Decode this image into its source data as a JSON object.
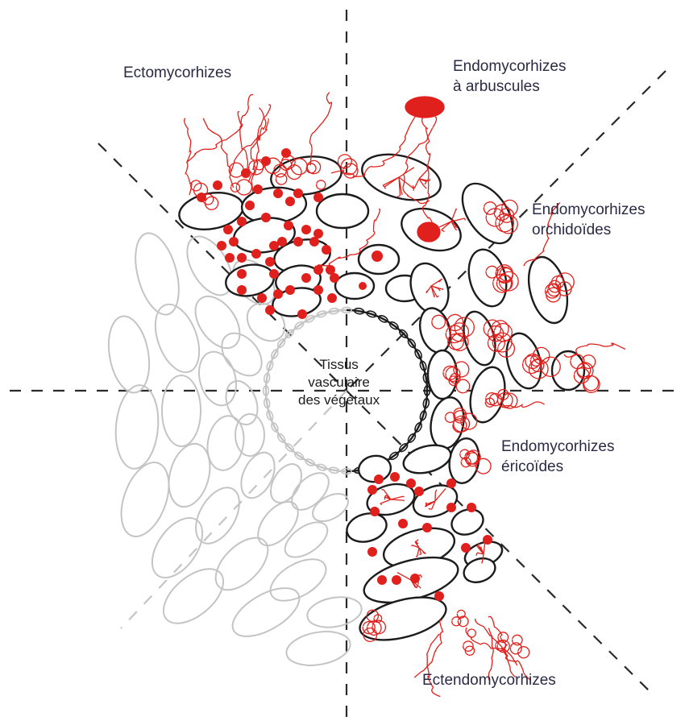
{
  "colors": {
    "fungus": "#e0201c",
    "cell_outline": "#1c1c1c",
    "faded_outline": "#c4c4c4",
    "axis": "#2a2a2a",
    "label_text": "#2a2a44"
  },
  "labels": {
    "ectomycorhizes": "Ectomycorhizes",
    "arbuscules": {
      "line1": "Endomycorhizes",
      "line2": "à arbuscules"
    },
    "orchidoides": {
      "line1": "Endomycorhizes",
      "line2": "orchidoïdes"
    },
    "ericoides": {
      "line1": "Endomycorhizes",
      "line2": "éricoïdes"
    },
    "ectendomycorhizes": "Ectendomycorhizes",
    "center": {
      "line1": "Tissus",
      "line2": "vasculaire",
      "line3": "des végétaux"
    }
  }
}
